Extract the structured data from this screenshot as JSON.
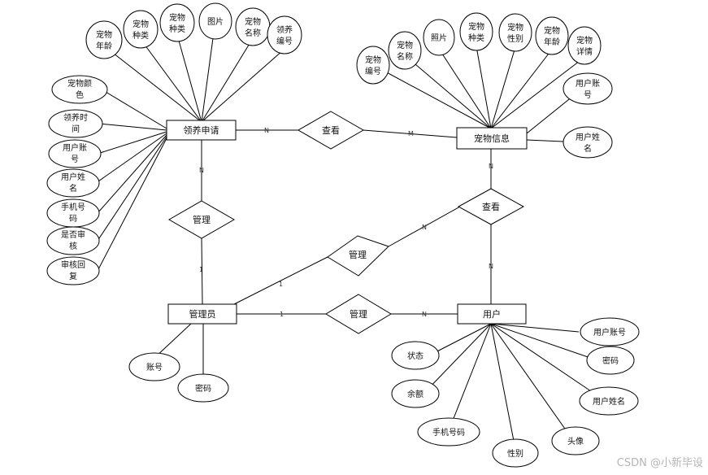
{
  "entities": {
    "adoption_application": "领养申请",
    "pet_info": "宠物信息",
    "admin": "管理员",
    "user": "用户"
  },
  "relationships": {
    "view_left": "查看",
    "view_right": "查看",
    "manage_left": "管理",
    "manage_center": "管理",
    "manage_bottom": "管理"
  },
  "cardinalities": {
    "app_view": "N",
    "view_pet": "M",
    "app_manage": "N",
    "manage_admin": "1",
    "admin_center": "1",
    "center_view": "N",
    "view_pet_vertical": "N",
    "view_user_vertical": "N",
    "admin_bottom": "1",
    "bottom_user": "N"
  },
  "attributes": {
    "application": {
      "top": [
        [
          "宠物",
          "年龄"
        ],
        [
          "宠物",
          "种类"
        ],
        [
          "宠物",
          "种类"
        ],
        [
          "图片"
        ],
        [
          "宠物",
          "名称"
        ],
        [
          "领养",
          "编号"
        ]
      ],
      "left": [
        [
          "宠物颜",
          "色"
        ],
        [
          "领养时",
          "间"
        ],
        [
          "用户账",
          "号"
        ],
        [
          "用户姓",
          "名"
        ],
        [
          "手机号",
          "码"
        ],
        [
          "是否审",
          "核"
        ],
        [
          "审核回",
          "复"
        ]
      ]
    },
    "pet": {
      "top": [
        [
          "宠物",
          "编号"
        ],
        [
          "宠物",
          "名称"
        ],
        [
          "照片"
        ],
        [
          "宠物",
          "种类"
        ],
        [
          "宠物",
          "性别"
        ],
        [
          "宠物",
          "年龄"
        ],
        [
          "宠物",
          "详情"
        ]
      ],
      "right": [
        [
          "用户账",
          "号"
        ],
        [
          "用户姓",
          "名"
        ]
      ]
    },
    "admin": [
      [
        "账号"
      ],
      [
        "密码"
      ]
    ],
    "user": [
      [
        "状态"
      ],
      [
        "余额"
      ],
      [
        "手机号码"
      ],
      [
        "性别"
      ],
      [
        "头像"
      ],
      [
        "用户姓名"
      ],
      [
        "密码"
      ],
      [
        "用户账号"
      ]
    ]
  },
  "watermark": "CSDN @小新毕设"
}
